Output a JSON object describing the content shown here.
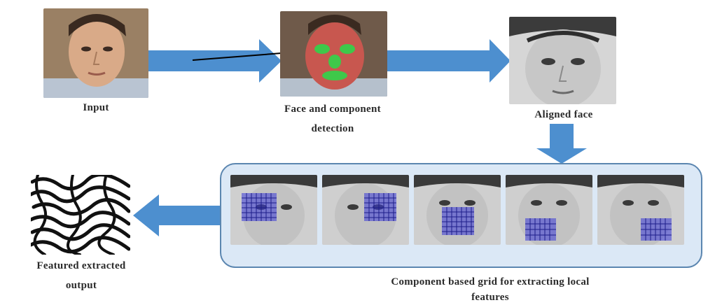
{
  "steps": {
    "input": {
      "caption": "Input"
    },
    "detection": {
      "caption_line1": "Face and component",
      "caption_line2": "detection"
    },
    "aligned": {
      "caption": "Aligned face"
    },
    "output": {
      "caption_line1": "Featured extracted",
      "caption_line2": "output"
    },
    "grid_panel": {
      "caption_line1": "Component based grid for extracting local",
      "caption_line2": "features",
      "thumbnails": [
        {
          "component": "right-eye"
        },
        {
          "component": "left-eye"
        },
        {
          "component": "nose"
        },
        {
          "component": "mouth-left"
        },
        {
          "component": "mouth-right"
        }
      ]
    }
  },
  "colors": {
    "arrow": "#4d8fcf",
    "panel_fill": "#dbe8f6",
    "panel_border": "#5b86b0",
    "grid": "#3a3ad8",
    "detection_green": "#3fc84a",
    "detection_red": "#d84a4a"
  }
}
